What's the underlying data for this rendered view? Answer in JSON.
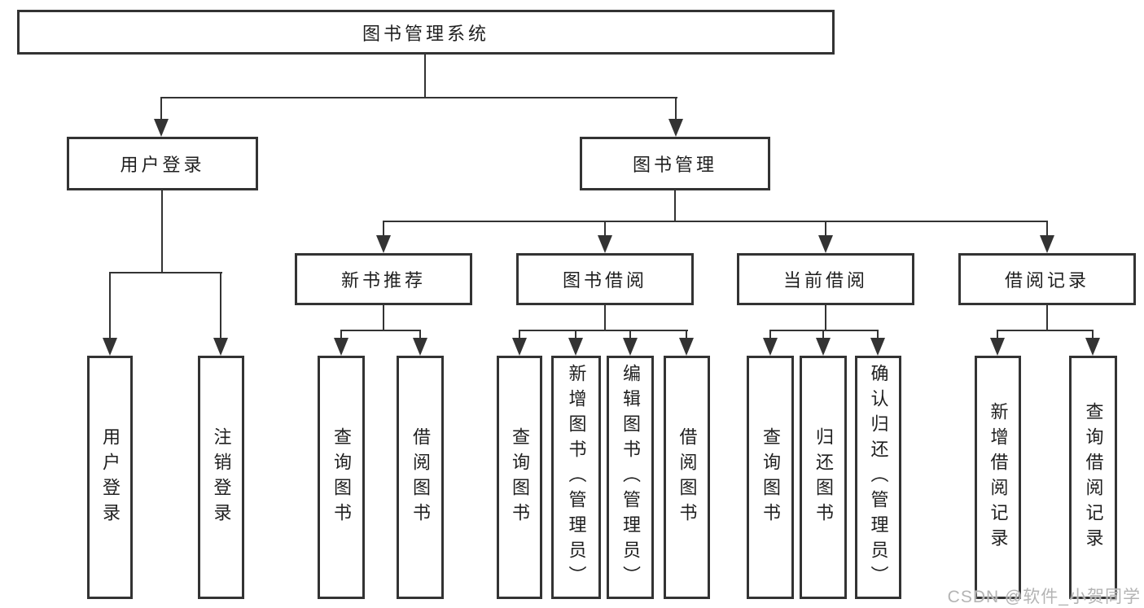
{
  "diagram": {
    "type": "tree",
    "root": {
      "label": "图书管理系统",
      "children": [
        {
          "label": "用户登录",
          "children": [
            {
              "label": "用户登录"
            },
            {
              "label": "注销登录"
            }
          ]
        },
        {
          "label": "图书管理",
          "children": [
            {
              "label": "新书推荐",
              "children": [
                {
                  "label": "查询图书"
                },
                {
                  "label": "借阅图书"
                }
              ]
            },
            {
              "label": "图书借阅",
              "children": [
                {
                  "label": "查询图书"
                },
                {
                  "label": "新增图书（管理员）"
                },
                {
                  "label": "编辑图书（管理员）"
                },
                {
                  "label": "借阅图书"
                }
              ]
            },
            {
              "label": "当前借阅",
              "children": [
                {
                  "label": "查询图书"
                },
                {
                  "label": "归还图书"
                },
                {
                  "label": "确认归还（管理员）"
                }
              ]
            },
            {
              "label": "借阅记录",
              "children": [
                {
                  "label": "新增借阅记录"
                },
                {
                  "label": "查询借阅记录"
                }
              ]
            }
          ]
        }
      ]
    }
  },
  "watermark": {
    "text": "CSDN @软件_小贺同学"
  },
  "colors": {
    "line": "#333333",
    "box_border": "#333333",
    "box_fill": "#ffffff",
    "text": "#1f1f1f",
    "watermark": "#b4b4b4"
  }
}
